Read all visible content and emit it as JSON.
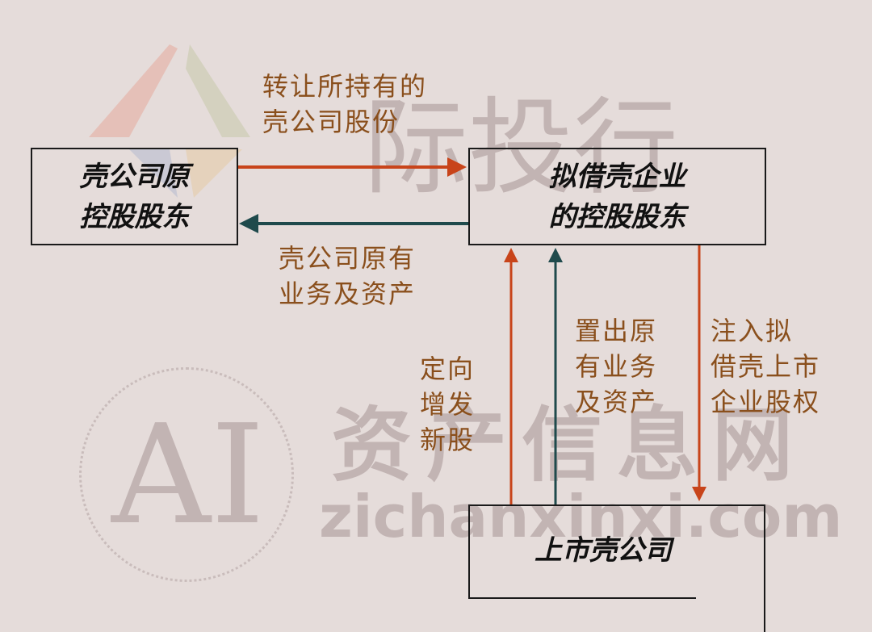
{
  "watermarks": {
    "brand": "际投行",
    "ai": "AI",
    "site_cn": "资产信息网",
    "site_url": "zichanxinxi.com"
  },
  "nodes": {
    "original_controller": "壳公司原\n控股股东",
    "backdoor_controller": "拟借壳企业\n的控股股东",
    "listed_shell": "上市壳公司"
  },
  "edges": {
    "transfer_shares": "转让所持有的\n壳公司股份",
    "original_business": "壳公司原有\n业务及资产",
    "private_placement": "定向\n增发\n新股",
    "divest_assets": "置出原\n有业务\n及资产",
    "inject_equity": "注入拟\n借壳上市\n企业股权"
  },
  "colors": {
    "orange_arrow": "#c8441a",
    "teal_arrow": "#1f4a4c",
    "label": "#8a4f1c"
  }
}
